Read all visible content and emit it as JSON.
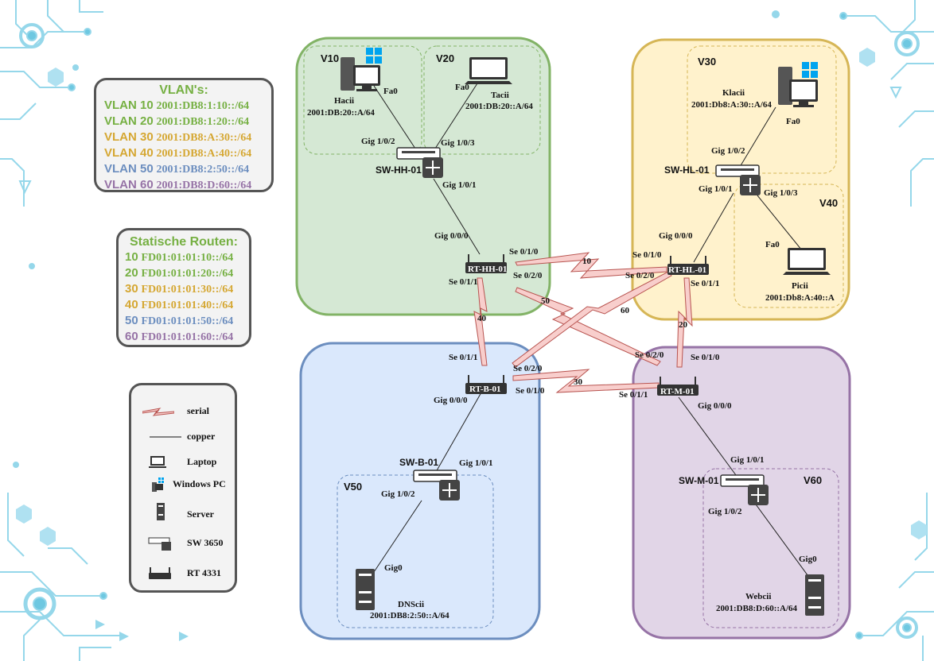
{
  "colors": {
    "v10": "#76b043",
    "v20": "#76b043",
    "v30": "#d5a732",
    "v40": "#d5a732",
    "v50": "#6c8ebf",
    "v60": "#9673a6",
    "zone_green_fill": "#d5e8d4",
    "zone_green_border": "#82b366",
    "zone_yellow_fill": "#fff2cc",
    "zone_yellow_border": "#d6b656",
    "zone_blue_fill": "#dae8fc",
    "zone_blue_border": "#6c8ebf",
    "zone_purple_fill": "#e1d5e7",
    "zone_purple_border": "#9673a6",
    "serial_fill": "#f8cecc",
    "serial_stroke": "#b85450"
  },
  "vlans_panel": {
    "title": "VLAN's:",
    "rows": [
      {
        "tag": "VLAN 10",
        "net": "2001:DB8:1:10::/64",
        "color": "#76b043"
      },
      {
        "tag": "VLAN 20",
        "net": "2001:DB8:1:20::/64",
        "color": "#76b043"
      },
      {
        "tag": "VLAN 30",
        "net": "2001:DB8:A:30::/64",
        "color": "#d5a732"
      },
      {
        "tag": "VLAN 40",
        "net": "2001:DB8:A:40::/64",
        "color": "#d5a732"
      },
      {
        "tag": "VLAN 50",
        "net": "2001:DB8:2:50::/64",
        "color": "#6c8ebf"
      },
      {
        "tag": "VLAN 60",
        "net": "2001:DB8:D:60::/64",
        "color": "#9673a6"
      }
    ]
  },
  "routes_panel": {
    "title": "Statische Routen:",
    "rows": [
      {
        "tag": "10",
        "net": "FD01:01:01:10::/64",
        "color": "#76b043"
      },
      {
        "tag": "20",
        "net": "FD01:01:01:20::/64",
        "color": "#76b043"
      },
      {
        "tag": "30",
        "net": "FD01:01:01:30::/64",
        "color": "#d5a732"
      },
      {
        "tag": "40",
        "net": "FD01:01:01:40::/64",
        "color": "#d5a732"
      },
      {
        "tag": "50",
        "net": "FD01:01:01:50::/64",
        "color": "#6c8ebf"
      },
      {
        "tag": "60",
        "net": "FD01:01:01:60::/64",
        "color": "#9673a6"
      }
    ]
  },
  "legend": {
    "serial": "serial",
    "copper": "copper",
    "laptop": "Laptop",
    "windows_pc": "Windows PC",
    "server": "Server",
    "switch": "SW 3650",
    "router": "RT 4331"
  },
  "zones": {
    "green": {
      "v10": "V10",
      "v20": "V20"
    },
    "yellow": {
      "v30": "V30",
      "v40": "V40"
    },
    "blue": {
      "v50": "V50"
    },
    "purple": {
      "v60": "V60"
    }
  },
  "devices": {
    "hacii": {
      "name": "Hacii",
      "ip": "2001:DB:20::A/64",
      "port": "Fa0"
    },
    "tacii": {
      "name": "Tacii",
      "ip": "2001:DB:20::A/64",
      "port": "Fa0"
    },
    "klacii": {
      "name": "Klacii",
      "ip": "2001:Db8:A:30::A/64",
      "port": "Fa0"
    },
    "picii": {
      "name": "Picii",
      "ip": "2001:Db8:A:40::A",
      "port": "Fa0"
    },
    "dnscii": {
      "name": "DNScii",
      "ip": "2001:DB8:2:50::A/64",
      "port": "Gig0"
    },
    "webcii": {
      "name": "Webcii",
      "ip": "2001:DB8:D:60::A/64",
      "port": "Gig0"
    },
    "sw_hh": {
      "name": "SW-HH-01",
      "p1": "Gig 1/0/2",
      "p2": "Gig 1/0/3",
      "p3": "Gig 1/0/1"
    },
    "sw_hl": {
      "name": "SW-HL-01",
      "p1": "Gig 1/0/2",
      "p2": "Gig 1/0/1",
      "p3": "Gig 1/0/3"
    },
    "sw_b": {
      "name": "SW-B-01",
      "p1": "Gig 1/0/1",
      "p2": "Gig 1/0/2"
    },
    "sw_m": {
      "name": "SW-M-01",
      "p1": "Gig 1/0/1",
      "p2": "Gig 1/0/2"
    },
    "rt_hh": {
      "name": "RT-HH-01",
      "gig": "Gig 0/0/0",
      "s010": "Se 0/1/0",
      "s020": "Se 0/2/0",
      "s011": "Se 0/1/1"
    },
    "rt_hl": {
      "name": "RT-HL-01",
      "gig": "Gig 0/0/0",
      "s010": "Se 0/1/0",
      "s020": "Se 0/2/0",
      "s011": "Se 0/1/1"
    },
    "rt_b": {
      "name": "RT-B-01",
      "gig": "Gig 0/0/0",
      "s011": "Se 0/1/1",
      "s020": "Se 0/2/0",
      "s010": "Se 0/1/0"
    },
    "rt_m": {
      "name": "RT-M-01",
      "gig": "Gig 0/0/0",
      "s020": "Se 0/2/0",
      "s010": "Se 0/1/0",
      "s011": "Se 0/1/1"
    }
  },
  "links": {
    "hh_hl": "10",
    "hl_m": "20",
    "b_m": "30",
    "hh_b": "40",
    "hh_m": "50",
    "hl_b": "60"
  }
}
